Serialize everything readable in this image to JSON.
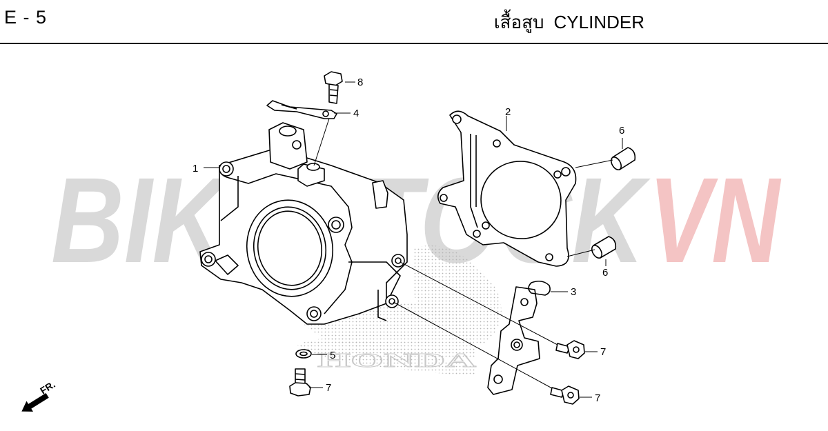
{
  "header": {
    "page_code": "E - 5",
    "title_thai": "เสื้อสูบ",
    "title_en": "CYLINDER"
  },
  "watermark": {
    "text_a": "BIKESTOCK",
    "text_b": "VN",
    "color_a": "#d9d9d9",
    "color_b": "#f4c4c4",
    "brand_faint": "HONDA"
  },
  "front_indicator": {
    "label": "FR."
  },
  "callouts": {
    "c1": "1",
    "c2": "2",
    "c3": "3",
    "c4": "4",
    "c5": "5",
    "c6a": "6",
    "c6b": "6",
    "c7a": "7",
    "c7b": "7",
    "c7c": "7",
    "c8": "8"
  },
  "colors": {
    "line": "#000000",
    "fill": "#ffffff",
    "stipple": "#bbbbbb"
  }
}
